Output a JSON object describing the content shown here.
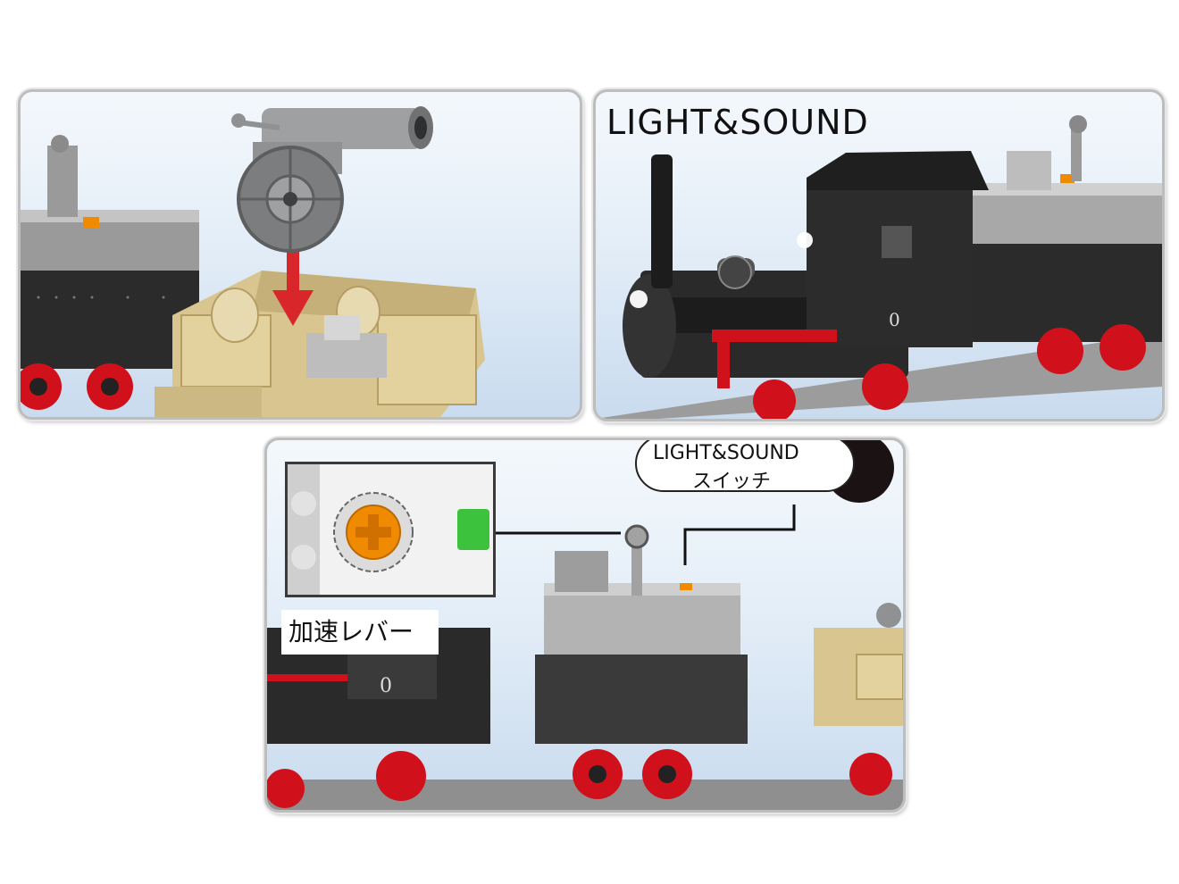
{
  "panels": {
    "top_right": {
      "title": "LIGHT&SOUND"
    },
    "bottom": {
      "switch_label_line1": "LIGHT&SOUND",
      "switch_label_line2": "スイッチ",
      "lever_label": "加速レバー"
    }
  },
  "colors": {
    "panel_bg_top": "#f4f8fc",
    "panel_bg_bottom": "#c9dbee",
    "train_black": "#2b2b2b",
    "wheel_red": "#d0101a",
    "brick_tan": "#d9c58f",
    "brick_gray": "#8c8c8c",
    "arrow_red": "#d8262a",
    "switch_orange": "#f08a00",
    "switch_green": "#3cc23c"
  },
  "icons": [
    "cannon-icon",
    "down-arrow-icon",
    "switch-dial-icon"
  ]
}
